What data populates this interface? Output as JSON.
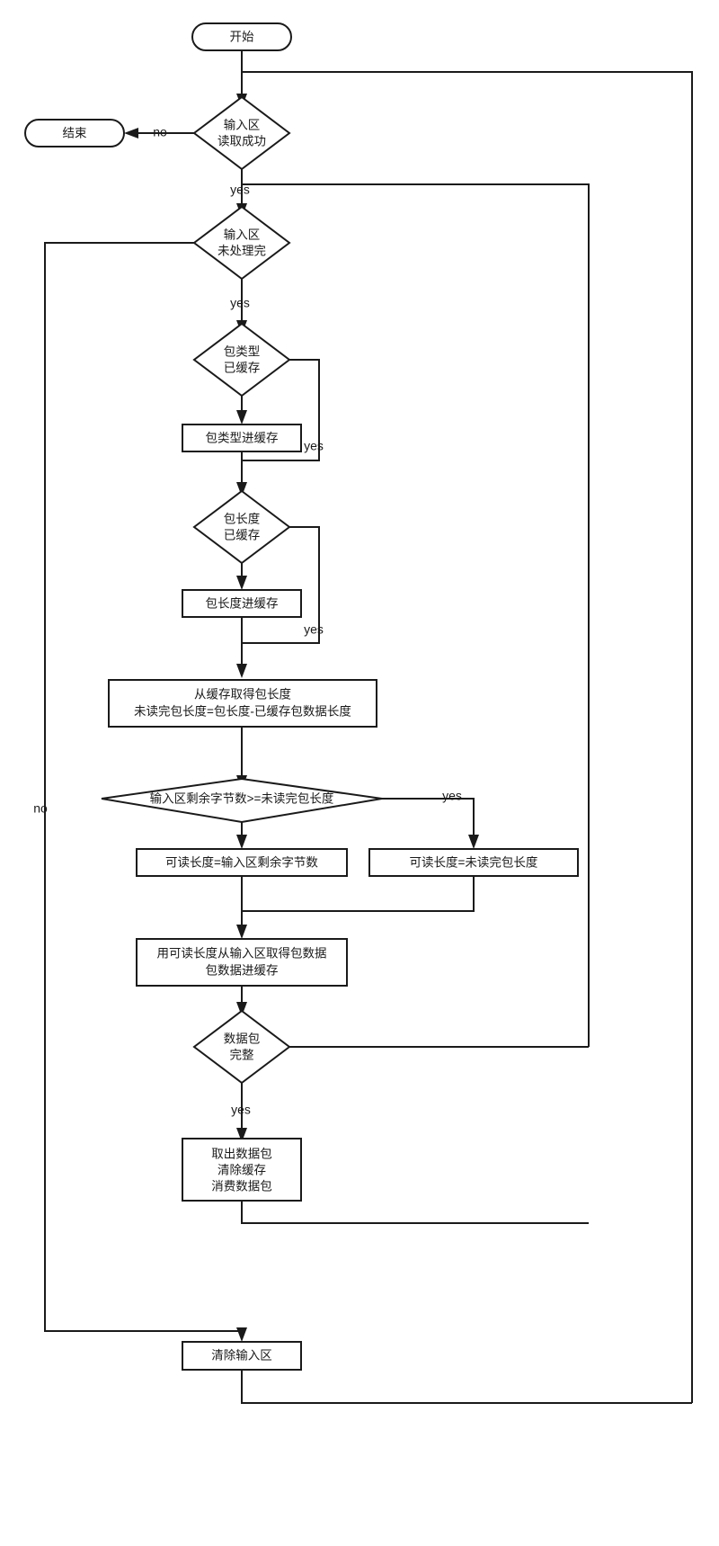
{
  "diagram": {
    "type": "flowchart",
    "orientation": "top-to-bottom",
    "language": "zh-CN",
    "background_color": "#ffffff",
    "line_color": "#1a1a1a",
    "shape_fill": "#ffffff"
  },
  "nodes": {
    "start": {
      "shape": "terminator",
      "label": "开始"
    },
    "end": {
      "shape": "terminator",
      "label": "结束"
    },
    "read_ok": {
      "shape": "decision",
      "line1": "输入区",
      "line2": "读取成功"
    },
    "not_done": {
      "shape": "decision",
      "line1": "输入区",
      "line2": "未处理完"
    },
    "type_cached": {
      "shape": "decision",
      "line1": "包类型",
      "line2": "已缓存"
    },
    "type_to_cache": {
      "shape": "process",
      "label": "包类型进缓存"
    },
    "len_cached": {
      "shape": "decision",
      "line1": "包长度",
      "line2": "已缓存"
    },
    "len_to_cache": {
      "shape": "process",
      "label": "包长度进缓存"
    },
    "get_len": {
      "shape": "process",
      "line1": "从缓存取得包长度",
      "line2": "未读完包长度=包长度-已缓存包数据长度"
    },
    "compare": {
      "shape": "decision",
      "label": "输入区剩余字节数>=未读完包长度"
    },
    "readable_remaining": {
      "shape": "process",
      "label": "可读长度=输入区剩余字节数"
    },
    "readable_unread": {
      "shape": "process",
      "label": "可读长度=未读完包长度"
    },
    "fetch_data": {
      "shape": "process",
      "line1": "用可读长度从输入区取得包数据",
      "line2": "包数据进缓存"
    },
    "packet_complete": {
      "shape": "decision",
      "line1": "数据包",
      "line2": "完整"
    },
    "consume": {
      "shape": "process",
      "line1": "取出数据包",
      "line2": "清除缓存",
      "line3": "消费数据包"
    },
    "clear_input": {
      "shape": "process",
      "label": "清除输入区"
    }
  },
  "edge_labels": {
    "read_ok_no": "no",
    "read_ok_yes": "yes",
    "not_done_yes": "yes",
    "not_done_no": "no",
    "type_cached_yes": "yes",
    "len_cached_yes": "yes",
    "compare_yes": "yes",
    "packet_complete_yes": "yes"
  },
  "edges": [
    {
      "from": "start",
      "to": "read_ok",
      "label": ""
    },
    {
      "from": "read_ok",
      "to": "end",
      "label": "no"
    },
    {
      "from": "read_ok",
      "to": "not_done",
      "label": "yes"
    },
    {
      "from": "not_done",
      "to": "type_cached",
      "label": "yes"
    },
    {
      "from": "not_done",
      "to": "clear_input",
      "label": "no"
    },
    {
      "from": "type_cached",
      "to": "type_to_cache",
      "label": ""
    },
    {
      "from": "type_cached",
      "to": "len_cached",
      "label": "yes"
    },
    {
      "from": "type_to_cache",
      "to": "len_cached",
      "label": ""
    },
    {
      "from": "len_cached",
      "to": "len_to_cache",
      "label": ""
    },
    {
      "from": "len_cached",
      "to": "get_len",
      "label": "yes"
    },
    {
      "from": "len_to_cache",
      "to": "get_len",
      "label": ""
    },
    {
      "from": "get_len",
      "to": "compare",
      "label": ""
    },
    {
      "from": "compare",
      "to": "readable_remaining",
      "label": ""
    },
    {
      "from": "compare",
      "to": "readable_unread",
      "label": "yes"
    },
    {
      "from": "readable_remaining",
      "to": "fetch_data",
      "label": ""
    },
    {
      "from": "readable_unread",
      "to": "fetch_data",
      "label": ""
    },
    {
      "from": "fetch_data",
      "to": "packet_complete",
      "label": ""
    },
    {
      "from": "packet_complete",
      "to": "consume",
      "label": "yes"
    },
    {
      "from": "packet_complete",
      "to": "not_done",
      "label": ""
    },
    {
      "from": "consume",
      "to": "not_done",
      "label": ""
    },
    {
      "from": "clear_input",
      "to": "start",
      "label": ""
    }
  ]
}
